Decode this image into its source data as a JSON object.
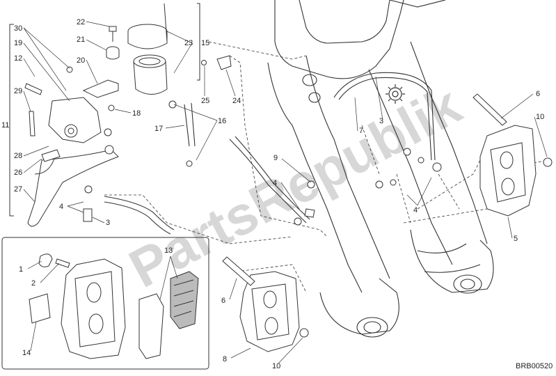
{
  "watermark": "PartsRepublik",
  "drawing_code": "BRB00520",
  "callouts": {
    "c1": "1",
    "c2": "2",
    "c3a": "3",
    "c3b": "3",
    "c4a": "4",
    "c4b": "4",
    "c4c": "4",
    "c5": "5",
    "c6a": "6",
    "c6b": "6",
    "c7": "7",
    "c8": "8",
    "c9": "9",
    "c10a": "10",
    "c10b": "10",
    "c11": "11",
    "c12": "12",
    "c13": "13",
    "c14": "14",
    "c15": "15",
    "c16": "16",
    "c17": "17",
    "c18": "18",
    "c19": "19",
    "c20": "20",
    "c21": "21",
    "c22": "22",
    "c23": "23",
    "c24": "24",
    "c25": "25",
    "c26": "26",
    "c27": "27",
    "c28": "28",
    "c29": "29",
    "c30": "30"
  },
  "icons": {
    "settings": "gear-icon"
  }
}
